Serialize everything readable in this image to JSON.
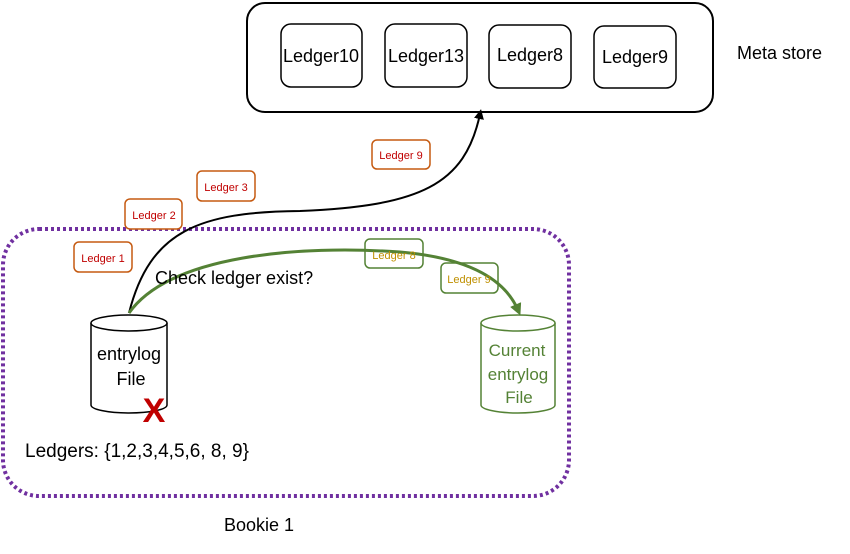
{
  "meta_store": {
    "label": "Meta store",
    "ledgers": [
      "Ledger10",
      "Ledger13",
      "Ledger8",
      "Ledger9"
    ]
  },
  "bookie": {
    "label": "Bookie 1",
    "border_color": "#7030a0"
  },
  "flying_ledgers": {
    "color_border": "#c55a11",
    "color_text": "#c00000",
    "items": [
      "Ledger 9",
      "Ledger 3",
      "Ledger 2",
      "Ledger 1"
    ]
  },
  "moved_ledgers": {
    "color_border": "#548235",
    "color_text": "#bf9000",
    "items": [
      "Ledger 8",
      "Ledger 9"
    ]
  },
  "check_text": "Check ledger exist?",
  "old_entrylog": {
    "line1": "entrylog",
    "line2": "File",
    "deleted_mark": "X",
    "deleted_color": "#c00000"
  },
  "current_entrylog": {
    "line1": "Current",
    "line2": "entrylog",
    "line3": "File",
    "color": "#548235"
  },
  "ledgers_list": "Ledgers: {1,2,3,4,5,6, 8, 9}"
}
